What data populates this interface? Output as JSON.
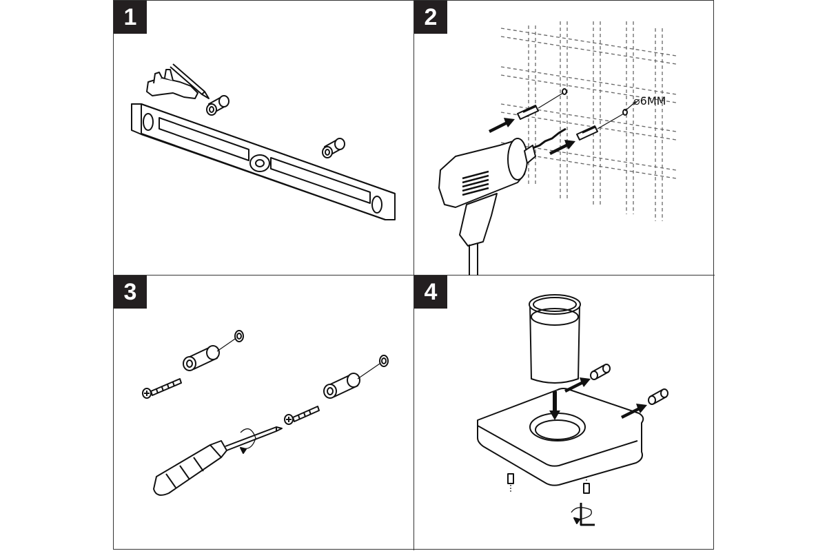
{
  "steps": [
    {
      "number": "1"
    },
    {
      "number": "2",
      "annotation": "⌀6MM"
    },
    {
      "number": "3"
    },
    {
      "number": "4"
    }
  ]
}
